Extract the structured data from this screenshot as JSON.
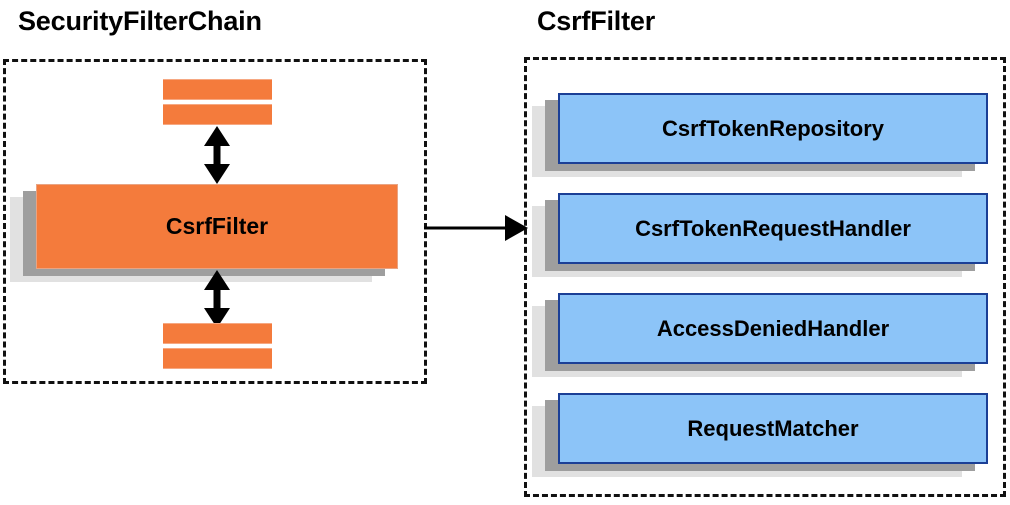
{
  "diagram": {
    "title_left": "SecurityFilterChain",
    "title_right": "CsrfFilter",
    "colors": {
      "orange_fill": "#f47b3c",
      "orange_border": "#e9a483",
      "blue_fill": "#8cc4f8",
      "blue_border": "#1b3f96",
      "shadow_near": "#9e9e9e",
      "shadow_far": "#e1e1e1",
      "outline": "#111111",
      "background": "#ffffff"
    }
  },
  "left_panel": {
    "title": "SecurityFilterChain",
    "filters_above": [
      {
        "name": "filter-bar-above-1",
        "label": ""
      },
      {
        "name": "filter-bar-above-2",
        "label": ""
      }
    ],
    "focus_node": {
      "label": "CsrfFilter"
    },
    "filters_below": [
      {
        "name": "filter-bar-below-1",
        "label": ""
      },
      {
        "name": "filter-bar-below-2",
        "label": ""
      }
    ],
    "arrows": {
      "top": "bidirectional-vertical",
      "bottom": "bidirectional-vertical"
    }
  },
  "connector": {
    "direction": "right",
    "label": ""
  },
  "right_panel": {
    "title": "CsrfFilter",
    "collaborators": [
      {
        "label": "CsrfTokenRepository"
      },
      {
        "label": "CsrfTokenRequestHandler"
      },
      {
        "label": "AccessDeniedHandler"
      },
      {
        "label": "RequestMatcher"
      }
    ]
  }
}
